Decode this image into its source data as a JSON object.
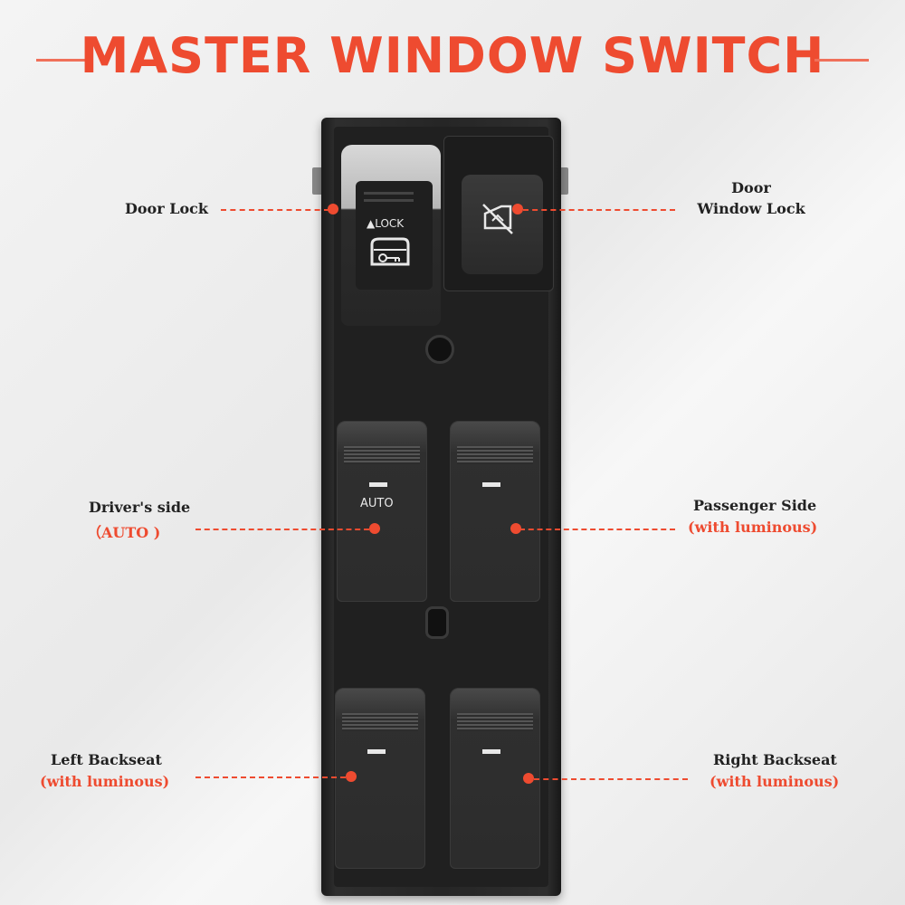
{
  "title": "MASTER WINDOW SWITCH",
  "colors": {
    "accent": "#ee4b30",
    "panel": "#262626"
  },
  "switch": {
    "lock_button_text": "▲LOCK",
    "auto_text": "AUTO"
  },
  "callouts": {
    "door_lock": {
      "line1": "Door Lock"
    },
    "window_lock": {
      "line1": "Door",
      "line2": "Window Lock"
    },
    "driver": {
      "line1": "Driver's side",
      "line2": "（AUTO )"
    },
    "passenger": {
      "line1": "Passenger Side",
      "line2": "(with luminous)"
    },
    "left_back": {
      "line1": "Left Backseat",
      "line2": "(with luminous)"
    },
    "right_back": {
      "line1": "Right Backseat",
      "line2": "(with luminous)"
    }
  }
}
